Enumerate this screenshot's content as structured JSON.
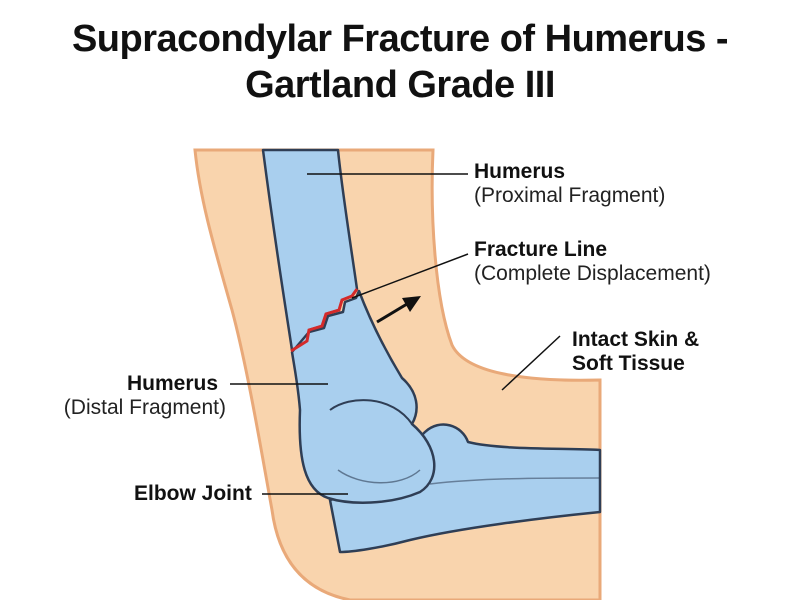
{
  "title": {
    "line1": "Supracondylar Fracture of Humerus -",
    "line2": "Gartland Grade III"
  },
  "labels": {
    "humerus_proximal": {
      "main": "Humerus",
      "sub": "(Proximal Fragment)"
    },
    "fracture_line": {
      "main": "Fracture Line",
      "sub": "(Complete Displacement)"
    },
    "intact_skin": {
      "main": "Intact Skin &",
      "sub": "Soft Tissue"
    },
    "humerus_distal": {
      "main": "Humerus",
      "sub": "(Distal Fragment)"
    },
    "elbow_joint": {
      "main": "Elbow Joint"
    }
  },
  "colors": {
    "skin": "#f9d4ad",
    "skin_outline": "#e9a979",
    "bone": "#a9cfee",
    "bone_outline": "#2f3e55",
    "fracture": "#d42a2a",
    "leader": "#111111"
  },
  "icons": {
    "displacement_arrow": "arrow-up-right-icon"
  }
}
